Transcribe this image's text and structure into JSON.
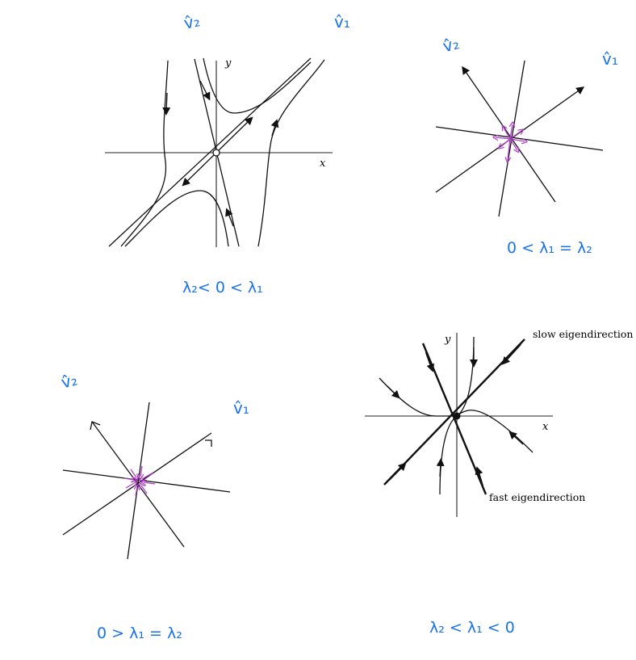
{
  "diagram": {
    "panels": [
      {
        "id": "saddle",
        "caption": "λ₂< 0 < λ₁",
        "v2_label": "v̂₂",
        "v1_label": "v̂₁",
        "x_label": "x",
        "y_label": "y"
      },
      {
        "id": "unstable-star",
        "caption": "0 < λ₁ = λ₂",
        "v2_label": "v̂₂",
        "v1_label": "v̂₁"
      },
      {
        "id": "stable-star",
        "caption": "0 > λ₁ = λ₂",
        "v2_label": "v̂₂",
        "v1_label": "v̂₁"
      },
      {
        "id": "stable-node",
        "caption": "λ₂ < λ₁ < 0",
        "x_label": "x",
        "y_label": "y",
        "slow_label": "slow eigendirection",
        "fast_label": "fast eigendirection"
      }
    ],
    "colors": {
      "annotation": "#1a73e8",
      "arrows": "#b03cc8",
      "ink": "#111111"
    }
  }
}
